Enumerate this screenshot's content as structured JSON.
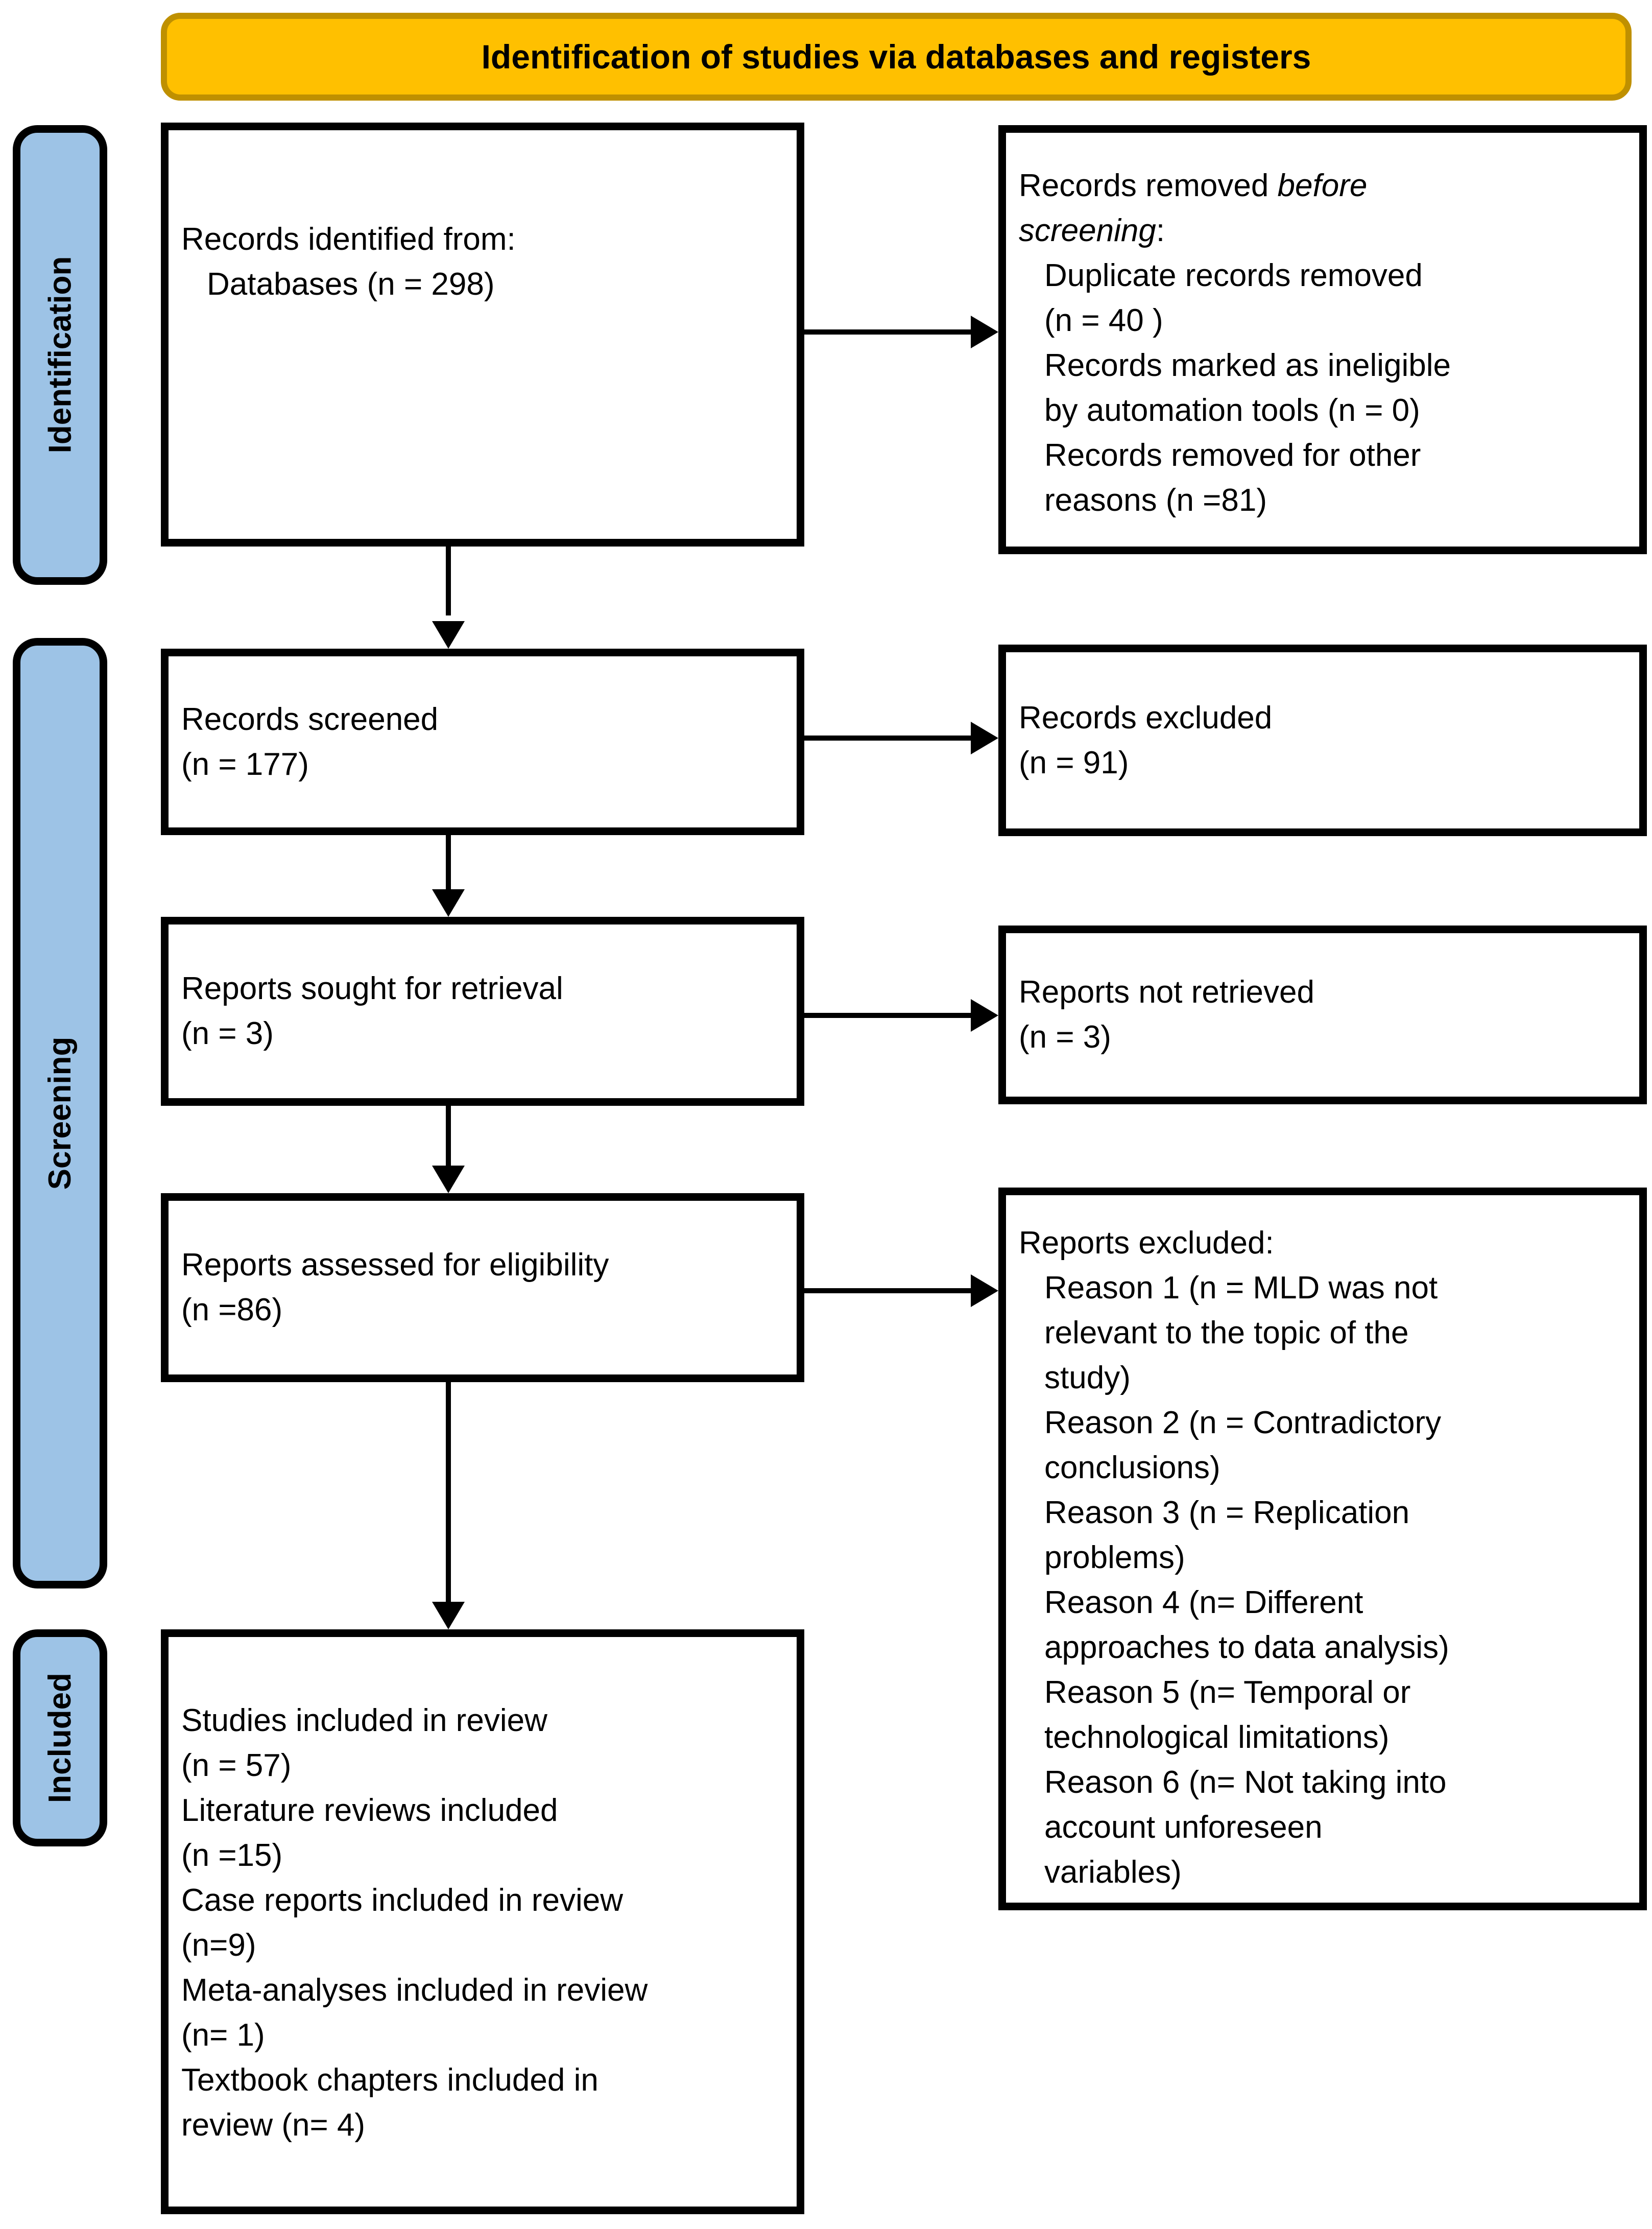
{
  "banner": {
    "title": "Identification of studies via databases and registers",
    "fill_color": "#FFC000",
    "border_color": "#BF9000"
  },
  "sidebar": {
    "fill_color": "#9DC3E6",
    "items": [
      {
        "label": "Identification"
      },
      {
        "label": "Screening"
      },
      {
        "label": "Included"
      }
    ]
  },
  "boxes": {
    "records_identified": {
      "line1": "Records identified from:",
      "line2": "Databases (n = 298)"
    },
    "records_removed": {
      "title_pre": "Records removed ",
      "title_italic1": "before",
      "title_italic2": "screening",
      "title_colon": ":",
      "items": [
        [
          "Duplicate records removed",
          "(n = 40 )"
        ],
        [
          "Records marked as ineligible",
          "by automation tools (n = 0)"
        ],
        [
          "Records removed for other",
          "reasons (n =81)"
        ]
      ]
    },
    "records_screened": [
      "Records screened",
      "(n = 177)"
    ],
    "records_excluded": [
      "Records excluded",
      "(n = 91)"
    ],
    "reports_sought": [
      "Reports sought for retrieval",
      "(n = 3)"
    ],
    "reports_not_retrieved": [
      "Reports not retrieved",
      "(n = 3)"
    ],
    "reports_assessed": [
      "Reports assessed for eligibility",
      "(n =86)"
    ],
    "reports_excluded": {
      "title": "Reports excluded:",
      "items": [
        [
          "Reason 1 (n = MLD was not",
          "relevant to the topic of the",
          "study)"
        ],
        [
          "Reason 2 (n = Contradictory",
          "conclusions)"
        ],
        [
          "Reason 3 (n = Replication",
          "problems)"
        ],
        [
          "Reason 4 (n= Different",
          "approaches to data analysis)"
        ],
        [
          "Reason 5 (n= Temporal or",
          "technological limitations)"
        ],
        [
          "Reason 6 (n= Not taking into",
          "account unforeseen",
          "variables)"
        ]
      ]
    },
    "included_studies": [
      "Studies included in review",
      "(n = 57)",
      "Literature reviews included",
      "(n =15)",
      "Case reports included in review",
      "(n=9)",
      "Meta-analyses included in review",
      "(n= 1)",
      "Textbook chapters included in",
      "review (n= 4)"
    ]
  }
}
